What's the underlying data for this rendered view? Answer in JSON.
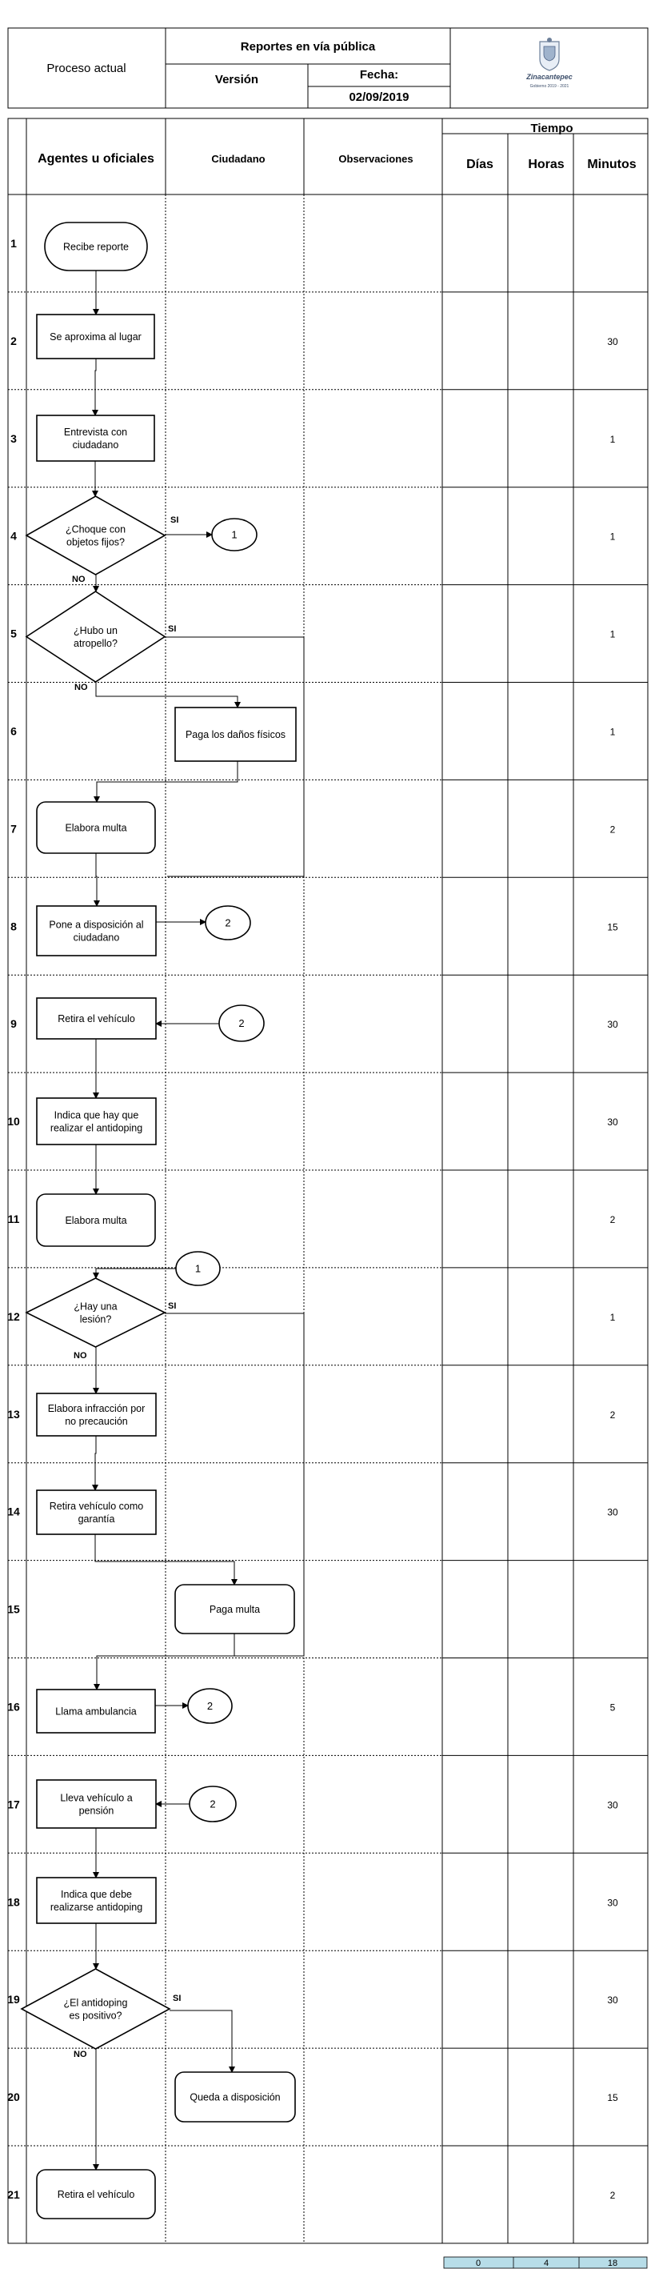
{
  "header": {
    "process_label": "Proceso actual",
    "title": "Reportes en vía pública",
    "version_label": "Versión",
    "date_label": "Fecha:",
    "date_value": "02/09/2019",
    "logo_lines": [
      "Zinacantepec",
      "Gobierno 2019 - 2021"
    ]
  },
  "columns": {
    "agents": "Agentes u oficiales",
    "citizen": "Ciudadano",
    "observations": "Observaciones",
    "time": "Tiempo",
    "days": "Días",
    "hours": "Horas",
    "minutes": "Minutos"
  },
  "rows": [
    {
      "n": "1",
      "minutes": ""
    },
    {
      "n": "2",
      "minutes": "30"
    },
    {
      "n": "3",
      "minutes": "1"
    },
    {
      "n": "4",
      "minutes": "1"
    },
    {
      "n": "5",
      "minutes": "1"
    },
    {
      "n": "6",
      "minutes": "1"
    },
    {
      "n": "7",
      "minutes": "2"
    },
    {
      "n": "8",
      "minutes": "15"
    },
    {
      "n": "9",
      "minutes": "30"
    },
    {
      "n": "10",
      "minutes": "30"
    },
    {
      "n": "11",
      "minutes": "2"
    },
    {
      "n": "12",
      "minutes": "1"
    },
    {
      "n": "13",
      "minutes": "2"
    },
    {
      "n": "14",
      "minutes": "30"
    },
    {
      "n": "15",
      "minutes": ""
    },
    {
      "n": "16",
      "minutes": "5"
    },
    {
      "n": "17",
      "minutes": "30"
    },
    {
      "n": "18",
      "minutes": "30"
    },
    {
      "n": "19",
      "minutes": "30"
    },
    {
      "n": "20",
      "minutes": "15"
    },
    {
      "n": "21",
      "minutes": "2"
    }
  ],
  "totals": {
    "days": "0",
    "hours": "4",
    "minutes": "18"
  },
  "colors": {
    "totals_fill": "#b7dde8",
    "line": "#000000"
  },
  "shapes": [
    {
      "id": "s1",
      "kind": "terminal",
      "lines": [
        "Recibe reporte"
      ]
    },
    {
      "id": "s2",
      "kind": "process",
      "lines": [
        "Se aproxima al lugar"
      ]
    },
    {
      "id": "s3",
      "kind": "process",
      "lines": [
        "Entrevista con",
        "ciudadano"
      ]
    },
    {
      "id": "s4",
      "kind": "decision",
      "lines": [
        "¿Choque con",
        "objetos fijos?"
      ]
    },
    {
      "id": "s5",
      "kind": "decision",
      "lines": [
        "¿Hubo un",
        "atropello?"
      ]
    },
    {
      "id": "s6",
      "kind": "process",
      "lines": [
        "Paga los daños físicos"
      ]
    },
    {
      "id": "s7",
      "kind": "rounded",
      "lines": [
        "Elabora multa"
      ]
    },
    {
      "id": "s8",
      "kind": "process",
      "lines": [
        "Pone a disposición al",
        "ciudadano"
      ]
    },
    {
      "id": "s9",
      "kind": "process",
      "lines": [
        "Retira el vehículo"
      ]
    },
    {
      "id": "s10",
      "kind": "process",
      "lines": [
        "Indica que hay que",
        "realizar el antidoping"
      ]
    },
    {
      "id": "s11",
      "kind": "rounded",
      "lines": [
        "Elabora multa"
      ]
    },
    {
      "id": "s12",
      "kind": "decision",
      "lines": [
        "¿Hay una",
        "lesión?"
      ]
    },
    {
      "id": "s13",
      "kind": "process",
      "lines": [
        "Elabora infracción por",
        "no precaución"
      ]
    },
    {
      "id": "s14",
      "kind": "process",
      "lines": [
        "Retira vehículo como",
        "garantía"
      ]
    },
    {
      "id": "s15",
      "kind": "rounded",
      "lines": [
        "Paga multa"
      ]
    },
    {
      "id": "s16",
      "kind": "process",
      "lines": [
        "Llama ambulancia"
      ]
    },
    {
      "id": "s17",
      "kind": "process",
      "lines": [
        "Lleva vehículo a",
        "pensión"
      ]
    },
    {
      "id": "s18",
      "kind": "process",
      "lines": [
        "Indica que debe",
        "realizarse antidoping"
      ]
    },
    {
      "id": "s19",
      "kind": "decision",
      "lines": [
        "¿El antidoping",
        "es positivo?"
      ]
    },
    {
      "id": "s20",
      "kind": "rounded",
      "lines": [
        "Queda a disposición"
      ]
    },
    {
      "id": "s21",
      "kind": "rounded",
      "lines": [
        "Retira el vehículo"
      ]
    },
    {
      "id": "c4",
      "kind": "connector",
      "lines": [
        "1"
      ]
    },
    {
      "id": "c8",
      "kind": "connector",
      "lines": [
        "2"
      ]
    },
    {
      "id": "c9",
      "kind": "connector",
      "lines": [
        "2"
      ]
    },
    {
      "id": "c12",
      "kind": "connector",
      "lines": [
        "1"
      ]
    },
    {
      "id": "c16",
      "kind": "connector",
      "lines": [
        "2"
      ]
    },
    {
      "id": "c17",
      "kind": "connector",
      "lines": [
        "2"
      ]
    }
  ],
  "branch_labels": [
    {
      "id": "si4",
      "text": "SI"
    },
    {
      "id": "no4",
      "text": "NO"
    },
    {
      "id": "si5",
      "text": "SI"
    },
    {
      "id": "no5",
      "text": "NO"
    },
    {
      "id": "si12",
      "text": "SI"
    },
    {
      "id": "no12",
      "text": "NO"
    },
    {
      "id": "si19",
      "text": "SI"
    },
    {
      "id": "no19",
      "text": "NO"
    }
  ]
}
